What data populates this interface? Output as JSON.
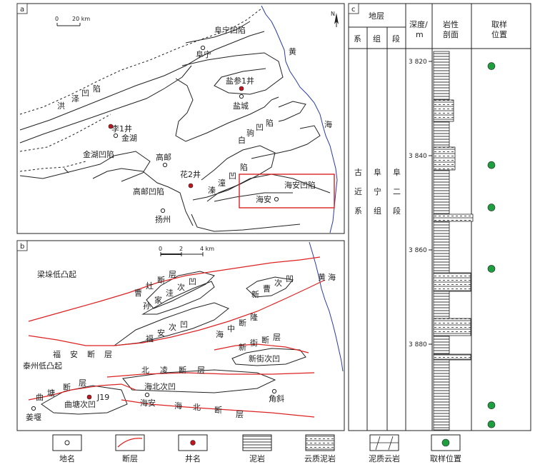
{
  "panel_a": {
    "label": "a",
    "scale": {
      "zero": "0",
      "value": "20 km"
    },
    "north": "N",
    "places": [
      {
        "name": "阜宁凹陷",
        "color": "#222"
      },
      {
        "name": "阜宁",
        "color": "#222"
      },
      {
        "name": "盐参1井",
        "color": "#222"
      },
      {
        "name": "盐城",
        "color": "#222"
      },
      {
        "name": "黄",
        "color": "#2a3aa6"
      },
      {
        "name": "洪",
        "color": "#222"
      },
      {
        "name": "泽",
        "color": "#222"
      },
      {
        "name": "凹",
        "color": "#222"
      },
      {
        "name": "陷",
        "color": "#222"
      },
      {
        "name": "李1井",
        "color": "#222"
      },
      {
        "name": "金湖",
        "color": "#222"
      },
      {
        "name": "海",
        "color": "#2a3aa6"
      },
      {
        "name": "白",
        "color": "#222"
      },
      {
        "name": "驹",
        "color": "#222"
      },
      {
        "name": "凹",
        "color": "#222"
      },
      {
        "name": "陷",
        "color": "#222"
      },
      {
        "name": "金湖凹陷",
        "color": "#222"
      },
      {
        "name": "高邮",
        "color": "#222"
      },
      {
        "name": "凹",
        "color": "#222"
      },
      {
        "name": "陷",
        "color": "#222"
      },
      {
        "name": "花2井",
        "color": "#222"
      },
      {
        "name": "溱",
        "color": "#222"
      },
      {
        "name": "潼",
        "color": "#222"
      },
      {
        "name": "海安凹陷",
        "color": "#d22"
      },
      {
        "name": "高邮凹陷",
        "color": "#222"
      },
      {
        "name": "海安",
        "color": "#222"
      },
      {
        "name": "扬州",
        "color": "#222"
      }
    ]
  },
  "panel_b": {
    "label": "b",
    "scale": {
      "zero": "0",
      "mid": "2",
      "value": "4 km"
    },
    "places": [
      {
        "name": "梁垛低凸起",
        "color": "#222"
      },
      {
        "name": "黄",
        "color": "#2a3aa6"
      },
      {
        "name": "海",
        "color": "#2a3aa6"
      },
      {
        "name": "曹",
        "color": "#d22"
      },
      {
        "name": "灶",
        "color": "#d22"
      },
      {
        "name": "断",
        "color": "#d22"
      },
      {
        "name": "层",
        "color": "#d22"
      },
      {
        "name": "孙",
        "color": "#222"
      },
      {
        "name": "家",
        "color": "#222"
      },
      {
        "name": "洼",
        "color": "#222"
      },
      {
        "name": "次",
        "color": "#222"
      },
      {
        "name": "凹",
        "color": "#222"
      },
      {
        "name": "新",
        "color": "#222"
      },
      {
        "name": "曹",
        "color": "#222"
      },
      {
        "name": "次",
        "color": "#222"
      },
      {
        "name": "凹",
        "color": "#222"
      },
      {
        "name": "海",
        "color": "#222"
      },
      {
        "name": "中",
        "color": "#222"
      },
      {
        "name": "断",
        "color": "#222"
      },
      {
        "name": "隆",
        "color": "#222"
      },
      {
        "name": "福",
        "color": "#222"
      },
      {
        "name": "安",
        "color": "#222"
      },
      {
        "name": "次",
        "color": "#222"
      },
      {
        "name": "凹",
        "color": "#222"
      },
      {
        "name": "新",
        "color": "#d22"
      },
      {
        "name": "街",
        "color": "#d22"
      },
      {
        "name": "断",
        "color": "#d22"
      },
      {
        "name": "层",
        "color": "#d22"
      },
      {
        "name": "福",
        "color": "#d22"
      },
      {
        "name": "安",
        "color": "#d22"
      },
      {
        "name": "断",
        "color": "#d22"
      },
      {
        "name": "层",
        "color": "#d22"
      },
      {
        "name": "新街次凹",
        "color": "#222"
      },
      {
        "name": "泰州低凸起",
        "color": "#222"
      },
      {
        "name": "北",
        "color": "#d22"
      },
      {
        "name": "凌",
        "color": "#d22"
      },
      {
        "name": "断",
        "color": "#d22"
      },
      {
        "name": "层",
        "color": "#d22"
      },
      {
        "name": "曲",
        "color": "#d22"
      },
      {
        "name": "塘",
        "color": "#d22"
      },
      {
        "name": "断",
        "color": "#d22"
      },
      {
        "name": "层",
        "color": "#d22"
      },
      {
        "name": "海北次凹",
        "color": "#222"
      },
      {
        "name": "J19",
        "color": "#222"
      },
      {
        "name": "曲塘次凹",
        "color": "#222"
      },
      {
        "name": "海安",
        "color": "#222"
      },
      {
        "name": "角斜",
        "color": "#222"
      },
      {
        "name": "海",
        "color": "#d22"
      },
      {
        "name": "北",
        "color": "#d22"
      },
      {
        "name": "断",
        "color": "#d22"
      },
      {
        "name": "层",
        "color": "#d22"
      },
      {
        "name": "姜堰",
        "color": "#222"
      }
    ]
  },
  "panel_c": {
    "label": "c",
    "header": {
      "stratum": "地层",
      "system": "系",
      "formation": "组",
      "member": "段",
      "depth_a": "深度/",
      "depth_b": "m",
      "lith_a": "岩性",
      "lith_b": "剖面",
      "sample_a": "取样",
      "sample_b": "位置"
    },
    "system_chars": [
      "古",
      "近",
      "系"
    ],
    "formation_chars": [
      "阜",
      "宁",
      "组"
    ],
    "member_chars": [
      "阜",
      "二",
      "段"
    ],
    "depth_ticks": [
      "3 820",
      "3 840",
      "3 860",
      "3 880"
    ],
    "sample_depths": [
      3821,
      3842,
      3851,
      3864,
      3893,
      3897
    ]
  },
  "legend": [
    {
      "key": "place",
      "label": "地名"
    },
    {
      "key": "fault",
      "label": "断层"
    },
    {
      "key": "well",
      "label": "井名"
    },
    {
      "key": "mudstone",
      "label": "泥岩"
    },
    {
      "key": "dolomitic-mudstone",
      "label": "云质泥岩"
    },
    {
      "key": "muddy-dolomite",
      "label": "泥质云岩"
    },
    {
      "key": "sample",
      "label": "取样位置"
    }
  ],
  "colors": {
    "fault": "#d22",
    "sea": "#2a3aa6",
    "well": "#c0161f",
    "sample": "#1e9e3e"
  }
}
